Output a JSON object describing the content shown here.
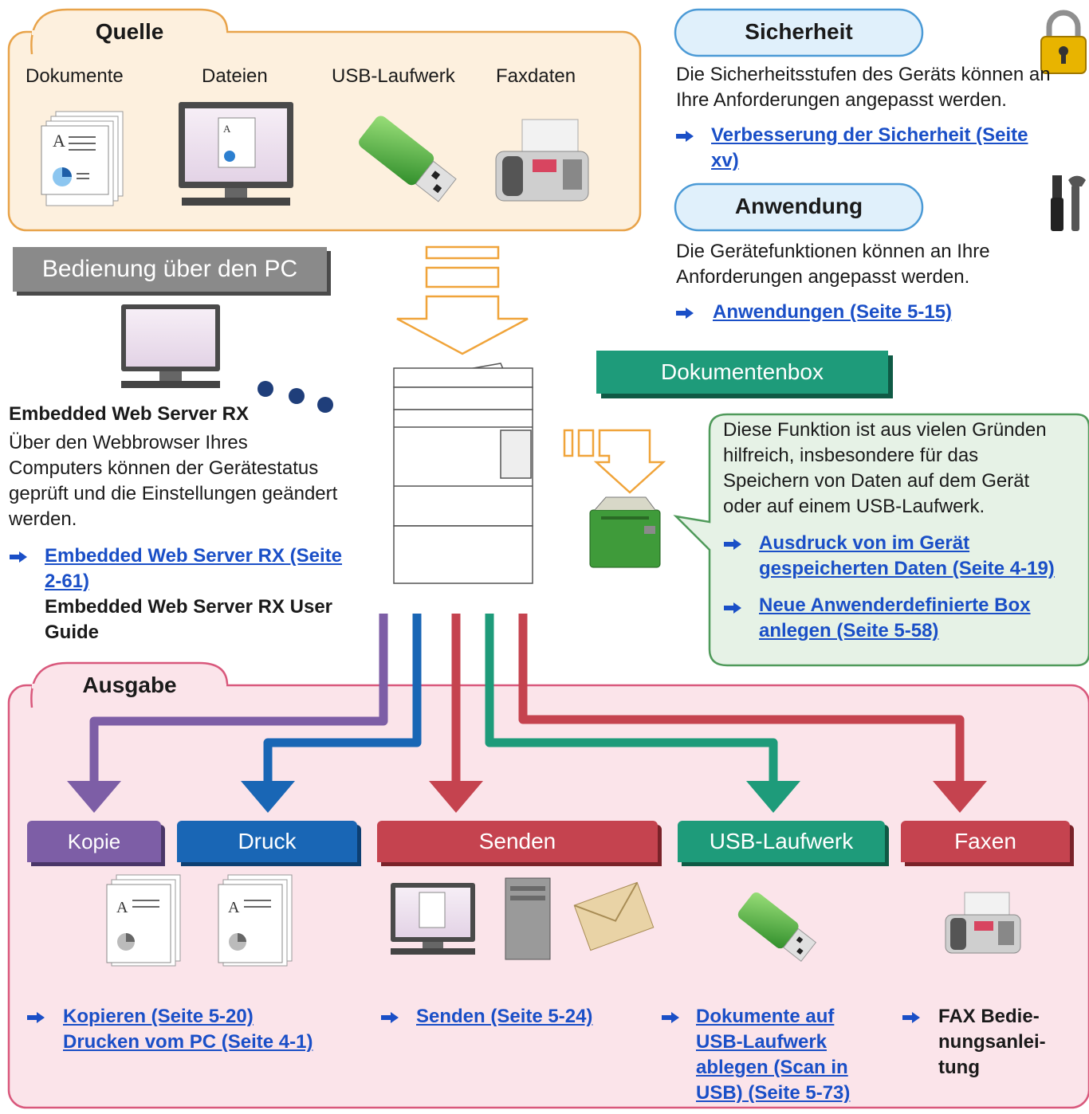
{
  "quelle": {
    "title": "Quelle",
    "items": [
      "Dokumente",
      "Dateien",
      "USB-Laufwerk",
      "Faxdaten"
    ]
  },
  "pc": {
    "tab": "Bedienung über den PC",
    "heading": "Embedded Web Server RX",
    "desc": [
      "Über den Webbrowser Ihres",
      "Computers können der Gerätestatus",
      "geprüft und die Einstellungen geändert",
      "werden."
    ],
    "link": [
      "Embedded Web Server RX (Seite ",
      "2-61)"
    ],
    "guide": [
      "Embedded Web Server RX User",
      "Guide"
    ]
  },
  "sicherheit": {
    "title": "Sicherheit",
    "desc": [
      "Die Sicherheitsstufen des Geräts können an",
      "Ihre Anforderungen angepasst werden."
    ],
    "link": [
      "Verbesserung der Sicherheit (Seite ",
      "xv)"
    ]
  },
  "anwendung": {
    "title": "Anwendung",
    "desc": [
      "Die Gerätefunktionen können an Ihre",
      "Anforderungen angepasst werden."
    ],
    "link": "Anwendungen (Seite 5-15)"
  },
  "box": {
    "tab": "Dokumentenbox",
    "desc": [
      "Diese Funktion ist aus vielen Gründen",
      "hilfreich, insbesondere für das",
      "Speichern von Daten auf dem Gerät",
      "oder auf einem USB-Laufwerk."
    ],
    "link1": [
      "Ausdruck von im Gerät ",
      "gespeicherten Daten (Seite 4-19)"
    ],
    "link2": [
      "Neue Anwenderdefinierte Box ",
      "anlegen (Seite 5-58)"
    ]
  },
  "ausgabe": {
    "title": "Ausgabe",
    "tabs": [
      "Kopie",
      "Druck",
      "Senden",
      "USB-Laufwerk",
      "Faxen"
    ],
    "link_kopie": "Kopieren (Seite 5-20)",
    "link_druck": "Drucken vom PC (Seite 4-1)",
    "link_senden": "Senden (Seite 5-24)",
    "link_usb": [
      "Dokumente auf ",
      "USB-Laufwerk ",
      "ablegen (Scan in ",
      "USB) (Seite 5-73)"
    ],
    "fax_text": [
      "FAX Bedie-",
      "nungsanlei-",
      "tung"
    ]
  },
  "colors": {
    "quelle_bg": "#fdf0de",
    "quelle_border": "#e8a34a",
    "ausgabe_bg": "#fbe4ea",
    "ausgabe_border": "#d9587c",
    "box_bg": "#e6f2e6",
    "box_border": "#4f9a5a",
    "pill_bg": "#e0f0fb",
    "pill_border": "#4b9ad6",
    "kopie": "#7d5ea6",
    "druck": "#1966b5",
    "senden": "#c5434f",
    "usb": "#1e9b7a",
    "faxen": "#c5434f",
    "gray_tab": "#8a8a8a",
    "box_tab": "#1e9b7a",
    "link": "#1a4fc7"
  }
}
